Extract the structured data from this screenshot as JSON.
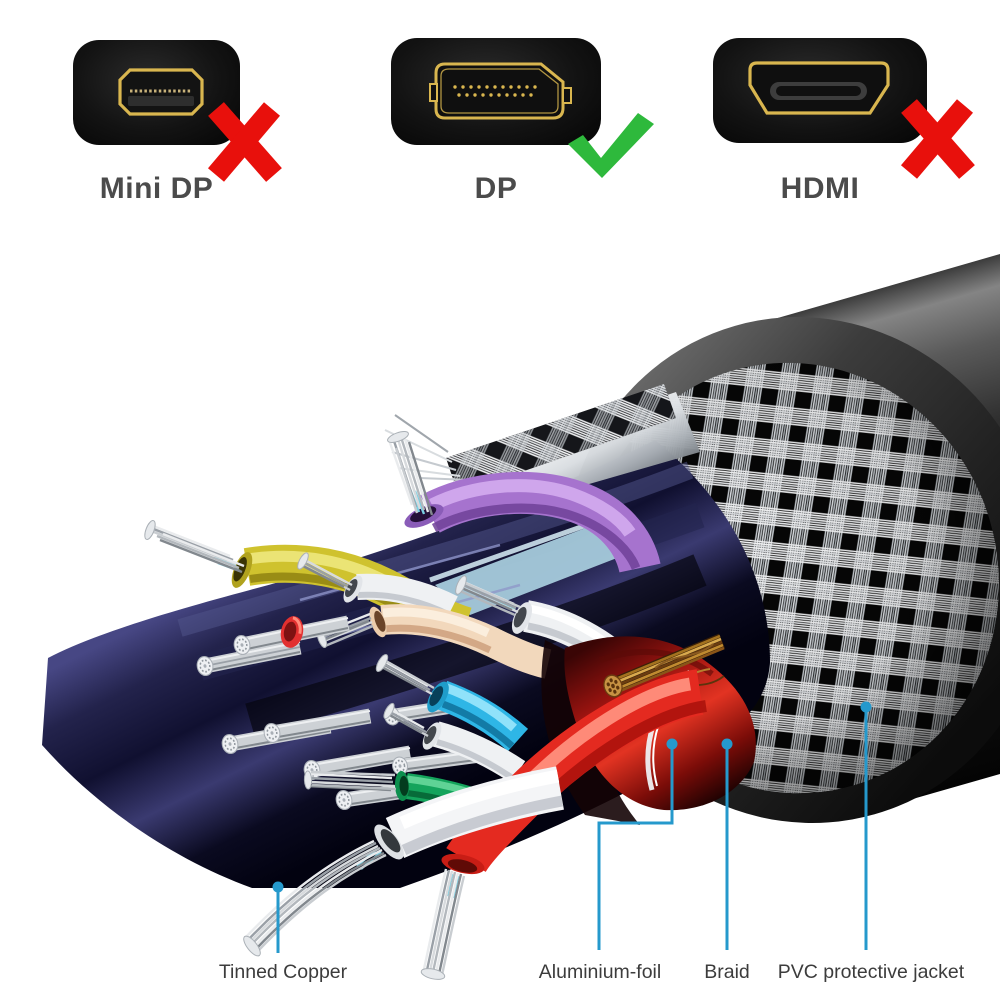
{
  "page": {
    "background": "#ffffff",
    "description": "DisplayPort cable connector compatibility and cable construction cutaway diagram"
  },
  "connectors": {
    "items": [
      {
        "name": "Mini DP",
        "compatible": false,
        "mark": "x-icon"
      },
      {
        "name": "DP",
        "compatible": true,
        "mark": "check-icon"
      },
      {
        "name": "HDMI",
        "compatible": false,
        "mark": "x-icon"
      }
    ]
  },
  "cable_diagram": {
    "labels": [
      {
        "text": "Tinned Copper"
      },
      {
        "text": "Aluminium-foil"
      },
      {
        "text": "Braid"
      },
      {
        "text": "PVC protective jacket"
      }
    ],
    "wires": [
      {
        "name": "purple insulated wire",
        "color": "#a673ce"
      },
      {
        "name": "yellow insulated wire",
        "color": "#cfc22e"
      },
      {
        "name": "peach insulated wire",
        "color": "#f2d8bc"
      },
      {
        "name": "white insulated wire",
        "color": "#eff1f3"
      },
      {
        "name": "cyan insulated wire",
        "color": "#2eb6e6"
      },
      {
        "name": "green insulated wire",
        "color": "#14a45c"
      },
      {
        "name": "red insulated wire",
        "color": "#e42a20"
      },
      {
        "name": "bare copper drain wire",
        "color": "#b5812f"
      },
      {
        "name": "tinned copper strands",
        "color": "#c9cdd1"
      }
    ]
  },
  "colors": {
    "cross_red": "#e8100c",
    "check_green": "#2eb93c",
    "gold": "#d9b64f",
    "pointer_blue": "#2599cc",
    "jacket_black": "#1b1b1b"
  }
}
